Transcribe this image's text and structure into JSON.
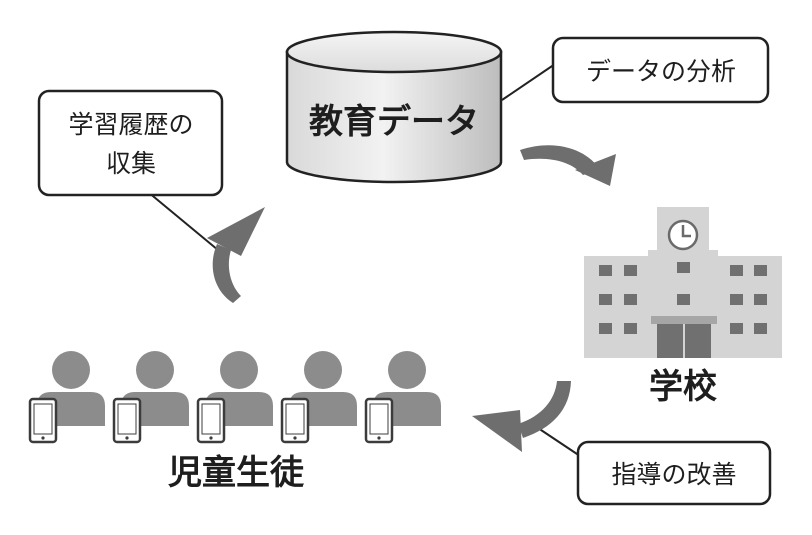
{
  "database": {
    "label": "教育データ"
  },
  "school": {
    "label": "学校"
  },
  "students": {
    "label": "児童生徒",
    "count": 5
  },
  "callouts": {
    "analysis": "データの分析",
    "collection_line1": "学習履歴の",
    "collection_line2": "収集",
    "improvement": "指導の改善"
  },
  "colors": {
    "arrow": "#6e6e6e",
    "figure": "#8c8c8c",
    "building": "#d4d4d4",
    "window": "#707070",
    "text": "#1e1e1e"
  }
}
